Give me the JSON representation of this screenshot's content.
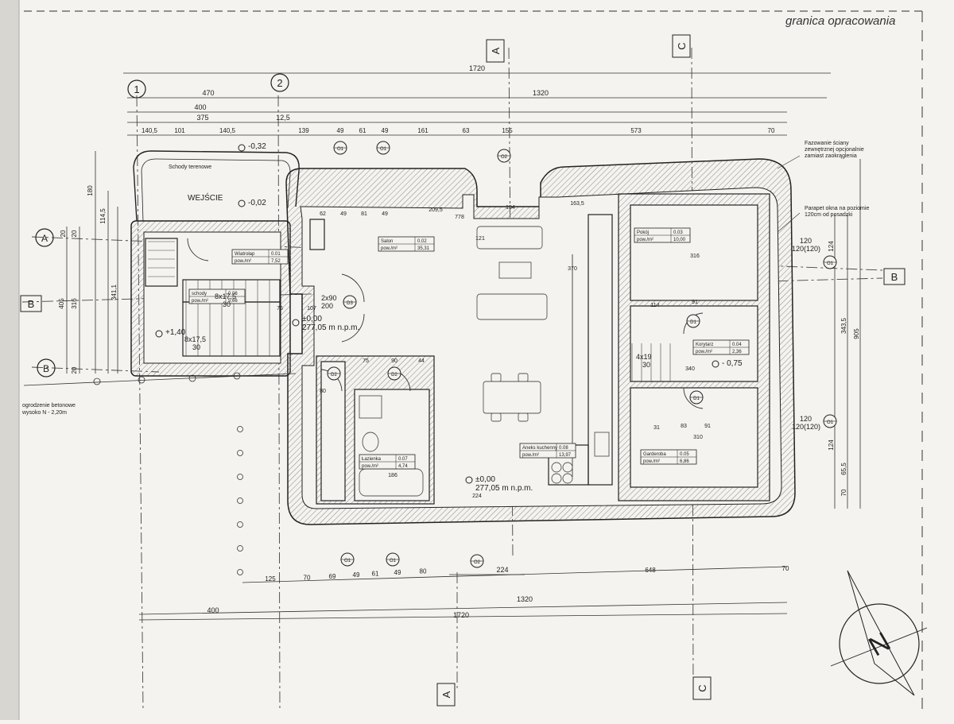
{
  "header": {
    "boundary_label": "granica opracowania"
  },
  "axes": {
    "axis_1": "1",
    "axis_2": "2",
    "axis_a": "A",
    "axis_b": "B",
    "axis_c": "C"
  },
  "dims_top": {
    "overall": "1720",
    "d_470": "470",
    "d_1320": "1320",
    "d_400": "400",
    "d_375": "375",
    "d_12_5": "12,5",
    "row3": [
      "140,5",
      "101",
      "140,5",
      "139",
      "49",
      "61",
      "49",
      "161",
      "63",
      "155",
      "573",
      "70"
    ]
  },
  "dims_bottom": {
    "row1": [
      "125",
      "70",
      "69",
      "49",
      "61",
      "49",
      "80",
      "648",
      "70"
    ],
    "d_224": "224",
    "d_1320": "1320",
    "d_400": "400",
    "overall": "1720"
  },
  "dims_left": [
    "180",
    "114,5",
    "341,1",
    "405",
    "316",
    "20",
    "20",
    "20"
  ],
  "dims_right": [
    "905",
    "343,5",
    "124",
    "124",
    "65,5",
    "70"
  ],
  "rooms": {
    "wiatrolap": {
      "name": "Wiatrołap",
      "num": "0.01",
      "area_label": "pow./m²",
      "area": "7,52"
    },
    "schody": {
      "name": "schody",
      "num": "0.06",
      "area_label": "pow./m²",
      "area": "5,66"
    },
    "salon": {
      "name": "Salon",
      "num": "0.02",
      "area_label": "pow./m²",
      "area": "35,31"
    },
    "pokoj": {
      "name": "Pokój",
      "num": "0.03",
      "area_label": "pow./m²",
      "area": "10,00"
    },
    "korytarz": {
      "name": "Korytarz",
      "num": "0.04",
      "area_label": "pow./m²",
      "area": "2,36"
    },
    "garderoba": {
      "name": "Garderoba",
      "num": "0.05",
      "area_label": "pow./m²",
      "area": "6,86"
    },
    "lazienka": {
      "name": "Łazienka",
      "num": "0.07",
      "area_label": "pow./m²",
      "area": "4,74"
    },
    "aneks": {
      "name": "Aneks kuchenny",
      "num": "0.08",
      "area_label": "pow./m²",
      "area": "13,97"
    }
  },
  "levels": {
    "l_minus032": "-0,32",
    "l_minus002": "-0,02",
    "l_zero_1": "±0,00",
    "l_elev_1": "277,05 m n.p.m.",
    "l_plus140": "+1,40",
    "l_minus075": "- 0,75",
    "l_zero_2": "±0,00",
    "l_elev_2": "277,05 m n.p.m."
  },
  "labels": {
    "entrance": "WEJŚCIE",
    "stairs_terrain": "Schody terenowe",
    "stairs_1": "8x17,5",
    "stairs_1_b": "30",
    "stairs_2": "8x17,5",
    "stairs_2_b": "30",
    "stairs_3": "4x19",
    "stairs_3_b": "30",
    "fencing_1": "ogrodzenie betonowe",
    "fencing_2": "wysoko N - 2,20m",
    "note_right_1": "Fazowanie ściany",
    "note_right_2": "zewnętrznej opcjonalnie",
    "note_right_3": "zamiast zaokrąglenia",
    "note_window_1": "Parapet okna na poziomie",
    "note_window_2": "120cm od posadzki",
    "door_d3": "2x90",
    "door_d3_b": "200",
    "window_w1": "120",
    "window_w1_b": "120(120)",
    "window_w2": "120",
    "window_w2_b": "120(120)",
    "d_d2": "D2",
    "d_d1": "D1",
    "d_d3": "D3",
    "w_num": "O1",
    "interior_dims": [
      "62",
      "49",
      "81",
      "49",
      "209,5",
      "154",
      "163,5",
      "778",
      "316",
      "114",
      "91",
      "340",
      "31",
      "83",
      "91",
      "310",
      "75",
      "90",
      "44",
      "186",
      "224",
      "121",
      "107",
      "76",
      "80",
      "370"
    ]
  },
  "north": "N"
}
